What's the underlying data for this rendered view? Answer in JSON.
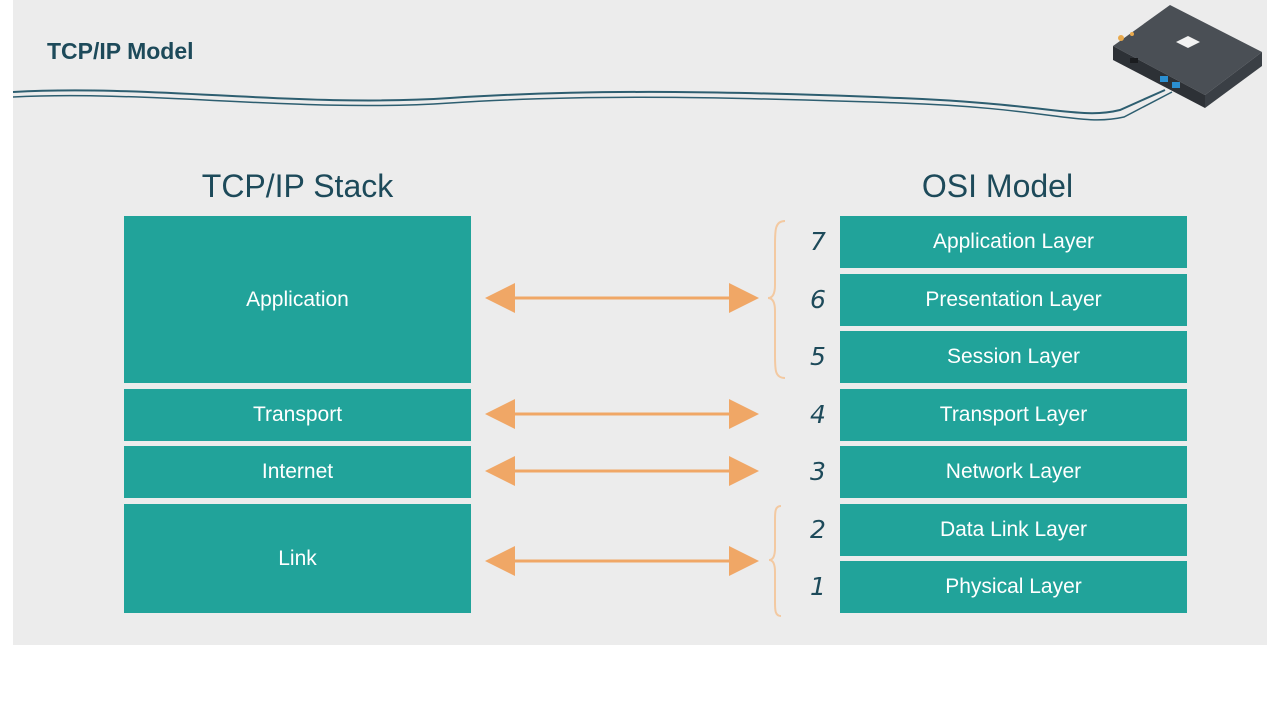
{
  "page_title": "TCP/IP Model",
  "tcpip": {
    "title": "TCP/IP Stack",
    "layers": [
      "Application",
      "Transport",
      "Internet",
      "Link"
    ]
  },
  "osi": {
    "title": "OSI Model",
    "layers": [
      {
        "number": "7",
        "label": "Application Layer"
      },
      {
        "number": "6",
        "label": "Presentation Layer"
      },
      {
        "number": "5",
        "label": "Session Layer"
      },
      {
        "number": "4",
        "label": "Transport Layer"
      },
      {
        "number": "3",
        "label": "Network Layer"
      },
      {
        "number": "2",
        "label": "Data Link Layer"
      },
      {
        "number": "1",
        "label": "Physical Layer"
      }
    ]
  },
  "colors": {
    "box": "#21a39a",
    "text_dark": "#1d4a5a",
    "arrow": "#f0a766",
    "brace": "#f3c9a1",
    "background": "#ececec"
  },
  "icons": [
    "router-icon",
    "cable-wave"
  ]
}
